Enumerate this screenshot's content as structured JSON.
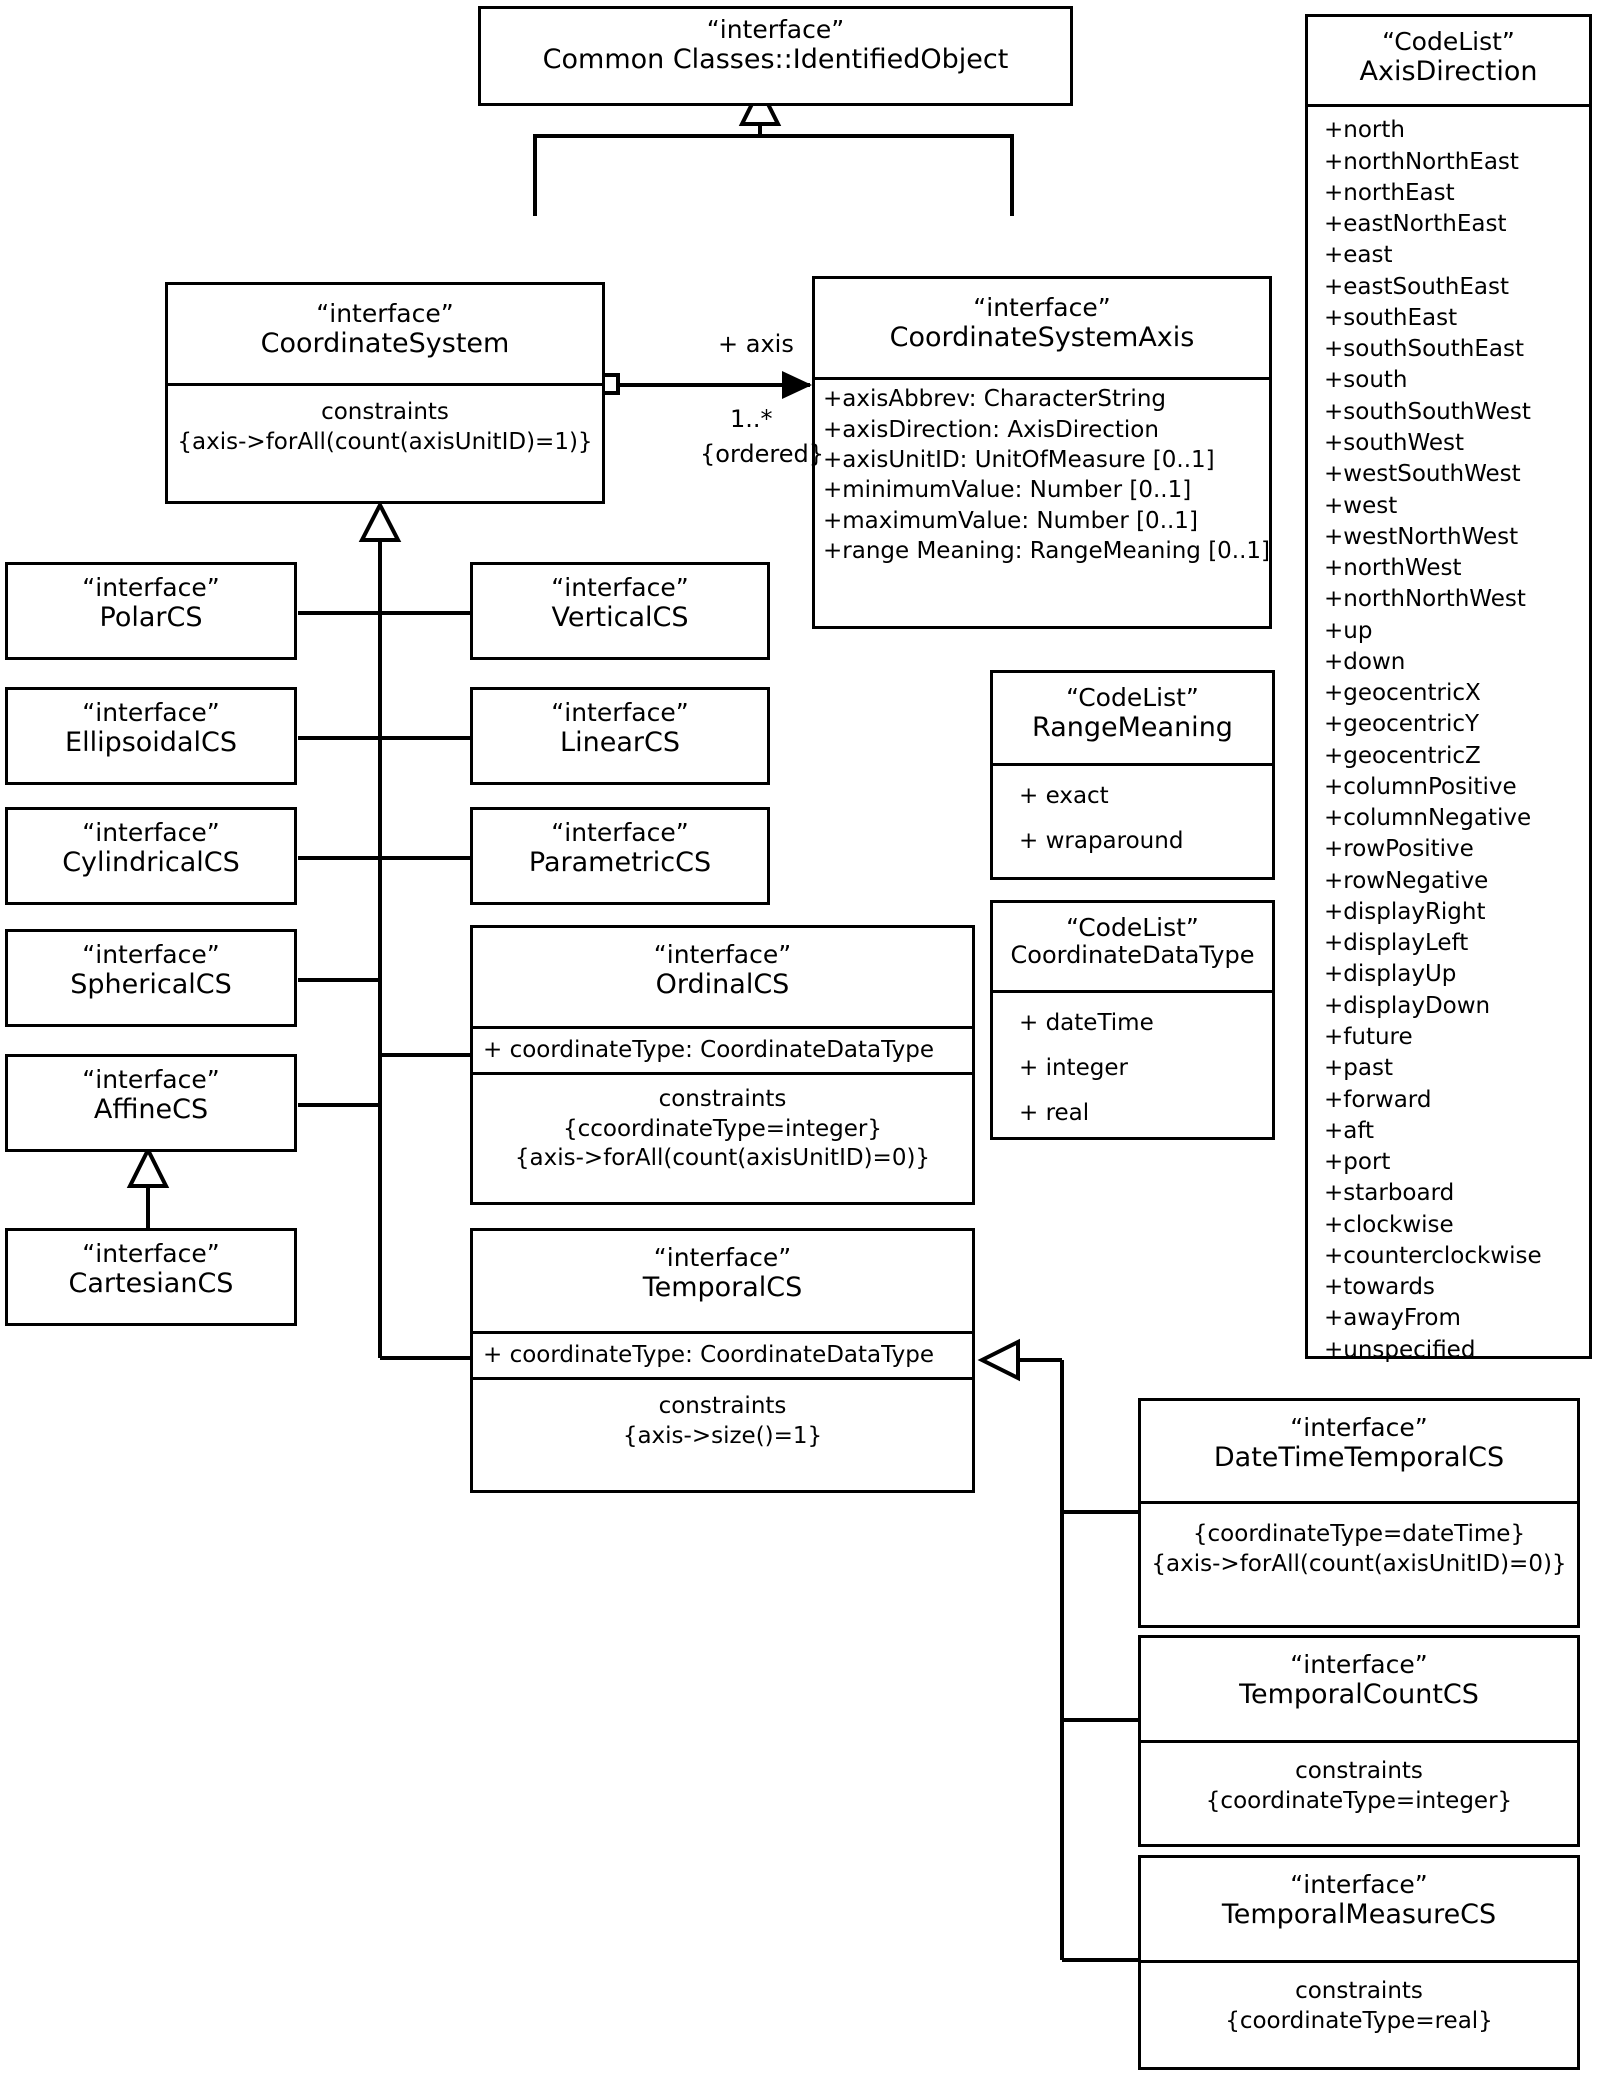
{
  "diagram": {
    "title": "Coordinate System UML class diagram",
    "stereotype_interface": "“interface”",
    "stereotype_codelist": "“CodeList”",
    "constraints_label": "constraints"
  },
  "classes": {
    "identified_object": {
      "stereotype": "“interface”",
      "name": "Common Classes::IdentifiedObject"
    },
    "coordinate_system": {
      "stereotype": "“interface”",
      "name": "CoordinateSystem",
      "constraints_label": "constraints",
      "constraint1": "{axis->forAll(count(axisUnitID)=1)}"
    },
    "coordinate_system_axis": {
      "stereotype": "“interface”",
      "name": "CoordinateSystemAxis",
      "attributes": [
        "+axisAbbrev: CharacterString",
        "+axisDirection: AxisDirection",
        "+axisUnitID: UnitOfMeasure [0..1]",
        "+minimumValue: Number [0..1]",
        "+maximumValue: Number [0..1]",
        "+range Meaning: RangeMeaning [0..1]"
      ]
    },
    "polar_cs": {
      "stereotype": "“interface”",
      "name": "PolarCS"
    },
    "ellipsoidal_cs": {
      "stereotype": "“interface”",
      "name": "EllipsoidalCS"
    },
    "cylindrical_cs": {
      "stereotype": "“interface”",
      "name": "CylindricalCS"
    },
    "spherical_cs": {
      "stereotype": "“interface”",
      "name": "SphericalCS"
    },
    "affine_cs": {
      "stereotype": "“interface”",
      "name": "AffineCS"
    },
    "cartesian_cs": {
      "stereotype": "“interface”",
      "name": "CartesianCS"
    },
    "vertical_cs": {
      "stereotype": "“interface”",
      "name": "VerticalCS"
    },
    "linear_cs": {
      "stereotype": "“interface”",
      "name": "LinearCS"
    },
    "parametric_cs": {
      "stereotype": "“interface”",
      "name": "ParametricCS"
    },
    "ordinal_cs": {
      "stereotype": "“interface”",
      "name": "OrdinalCS",
      "attribute": "+ coordinateType: CoordinateDataType",
      "constraints_label": "constraints",
      "constraint1": "{ccoordinateType=integer}",
      "constraint2": "{axis->forAll(count(axisUnitID)=0)}"
    },
    "temporal_cs": {
      "stereotype": "“interface”",
      "name": "TemporalCS",
      "attribute": "+ coordinateType: CoordinateDataType",
      "constraints_label": "constraints",
      "constraint1": "{axis->size()=1}"
    },
    "datetime_temporal_cs": {
      "stereotype": "“interface”",
      "name": "DateTimeTemporalCS",
      "constraint1": "{coordinateType=dateTime}",
      "constraint2": "{axis->forAll(count(axisUnitID)=0)}"
    },
    "temporal_count_cs": {
      "stereotype": "“interface”",
      "name": "TemporalCountCS",
      "constraints_label": "constraints",
      "constraint1": "{coordinateType=integer}"
    },
    "temporal_measure_cs": {
      "stereotype": "“interface”",
      "name": "TemporalMeasureCS",
      "constraints_label": "constraints",
      "constraint1": "{coordinateType=real}"
    }
  },
  "codelists": {
    "axis_direction": {
      "stereotype": "“CodeList”",
      "name": "AxisDirection",
      "items": [
        "+north",
        "+northNorthEast",
        "+northEast",
        "+eastNorthEast",
        "+east",
        "+eastSouthEast",
        "+southEast",
        "+southSouthEast",
        "+south",
        "+southSouthWest",
        "+southWest",
        "+westSouthWest",
        "+west",
        "+westNorthWest",
        "+northWest",
        "+northNorthWest",
        "+up",
        "+down",
        "+geocentricX",
        "+geocentricY",
        "+geocentricZ",
        "+columnPositive",
        "+columnNegative",
        "+rowPositive",
        "+rowNegative",
        "+displayRight",
        "+displayLeft",
        "+displayUp",
        "+displayDown",
        "+future",
        "+past",
        "+forward",
        "+aft",
        "+port",
        "+starboard",
        "+clockwise",
        "+counterclockwise",
        "+towards",
        "+awayFrom",
        "+unspecified"
      ]
    },
    "range_meaning": {
      "stereotype": "“CodeList”",
      "name": "RangeMeaning",
      "items": [
        "+ exact",
        "+ wraparound"
      ]
    },
    "coordinate_data_type": {
      "stereotype": "“CodeList”",
      "name": "CoordinateDataType",
      "items": [
        "+ dateTime",
        "+ integer",
        "+ real"
      ]
    }
  },
  "association": {
    "role_label": "+ axis",
    "multiplicity": "1..*",
    "ordering": "{ordered}"
  },
  "colors": {
    "stroke": "#000000",
    "fill": "#ffffff"
  }
}
